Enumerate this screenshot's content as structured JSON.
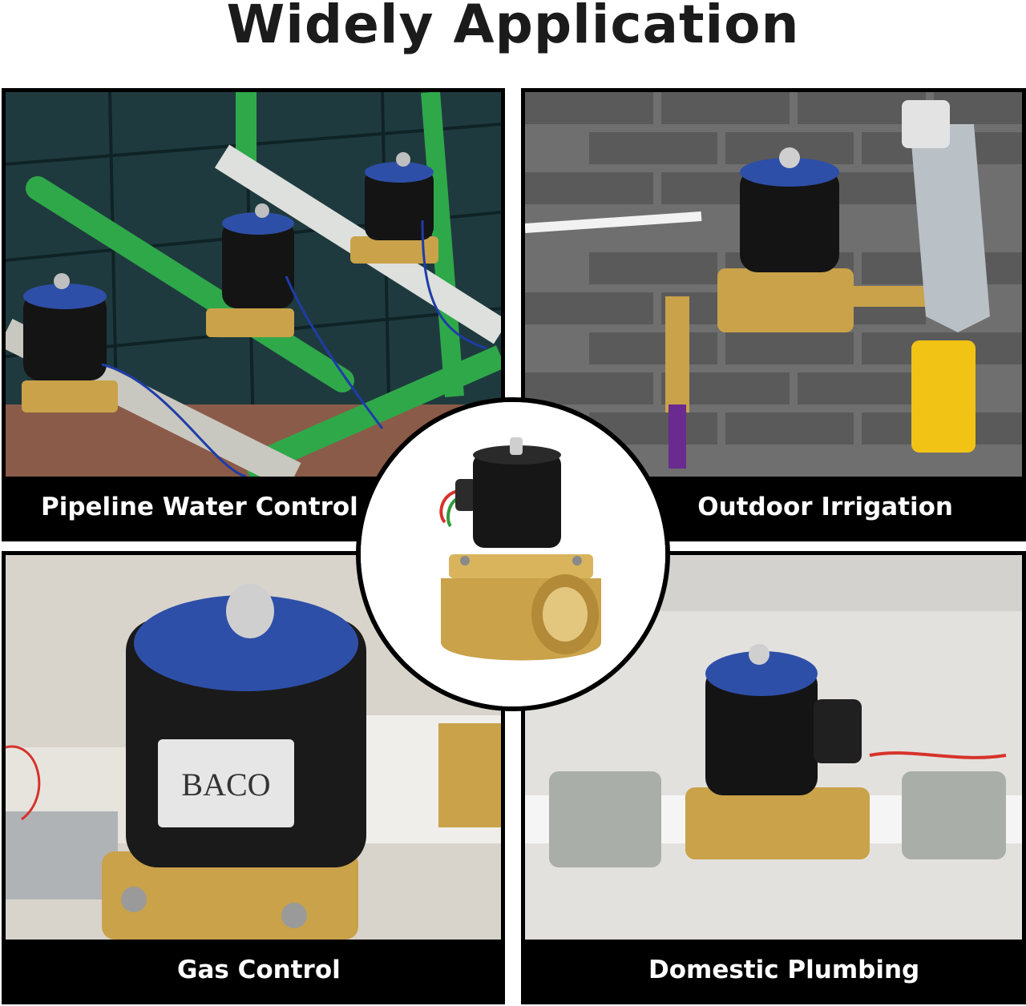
{
  "title": "Widely Application",
  "panels": {
    "top_left": {
      "caption": "Pipeline Water Control"
    },
    "top_right": {
      "caption": "Outdoor Irrigation"
    },
    "bottom_left": {
      "caption": "Gas Control"
    },
    "bottom_right": {
      "caption": "Domestic Plumbing"
    }
  },
  "brand_label": "BACO",
  "colors": {
    "background": "#ffffff",
    "title_text": "#1b1b1b",
    "caption_bg": "#000000",
    "caption_text": "#ffffff",
    "brass": "#c9a24a",
    "coil_black": "#1a1a1a",
    "coil_cap_blue": "#2e4fa8",
    "pipe_green": "#2fa84a"
  },
  "icons": [
    "solenoid-valve-icon"
  ]
}
